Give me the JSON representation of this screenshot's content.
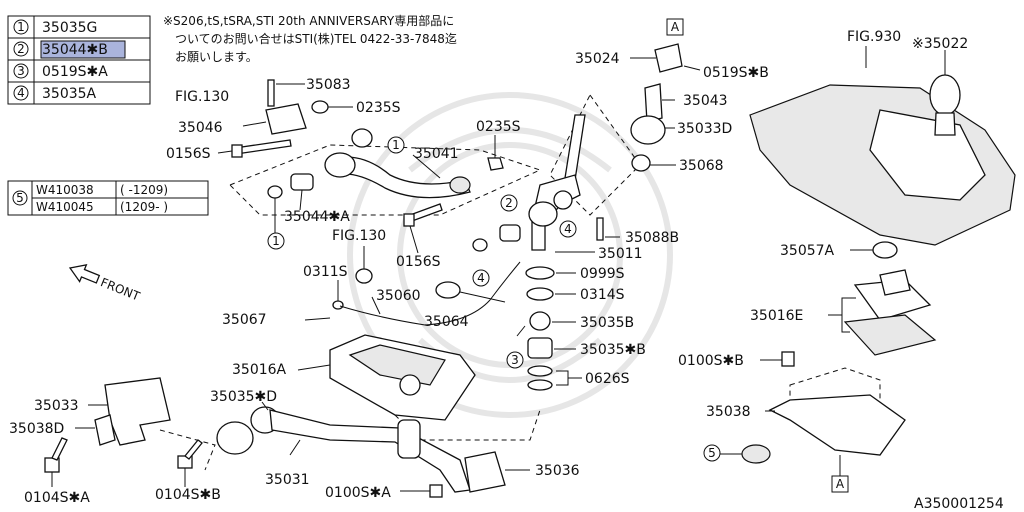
{
  "legend_table": [
    {
      "num": "1",
      "code": "35035G",
      "highlighted": false
    },
    {
      "num": "2",
      "code": "35044✱B",
      "highlighted": true
    },
    {
      "num": "3",
      "code": "0519S✱A",
      "highlighted": false
    },
    {
      "num": "4",
      "code": "35035A",
      "highlighted": false
    }
  ],
  "legend5": {
    "num": "5",
    "rows": [
      {
        "code": "W410038",
        "range": "( -1209)"
      },
      {
        "code": "W410045",
        "range": "(1209- )"
      }
    ]
  },
  "note_lines": [
    "※S206,tS,tSRA,STI 20th ANNIVERSARY専用部品に",
    "ついてのお問い合せはSTI(株)TEL 0422-33-7848迄",
    "お願いします。"
  ],
  "front_label": "FRONT",
  "diagram_code": "A350001254",
  "parts": {
    "p35083": "35083",
    "fig130a": "FIG.130",
    "p0235s_a": "0235S",
    "p35046": "35046",
    "p0156s_a": "0156S",
    "p0235s_b": "0235S",
    "p35041": "35041",
    "p35044a": "35044✱A",
    "fig130b": "FIG.130",
    "p0156s_b": "0156S",
    "p0311s": "0311S",
    "p35060": "35060",
    "p35064": "35064",
    "p35067": "35067",
    "p35016a": "35016A",
    "p35035d": "35035✱D",
    "p35033": "35033",
    "p35038d": "35038D",
    "p0104sa": "0104S✱A",
    "p0104sb": "0104S✱B",
    "p35031": "35031",
    "p0100sa": "0100S✱A",
    "p35036": "35036",
    "p35024": "35024",
    "p0519sb": "0519S✱B",
    "p35043": "35043",
    "p35033d": "35033D",
    "p35068": "35068",
    "p35088b": "35088B",
    "p35011": "35011",
    "p0999s": "0999S",
    "p0314s": "0314S",
    "p35035b": "35035B",
    "p35035b2": "35035✱B",
    "p0626s": "0626S",
    "fig930": "FIG.930",
    "p35022": "※35022",
    "p35057a": "35057A",
    "p35016e": "35016E",
    "p0100sb": "0100S✱B",
    "p35038": "35038",
    "boxA": "A",
    "boxA2": "A"
  },
  "callouts": {
    "c1a": "1",
    "c1b": "1",
    "c2": "2",
    "c3": "3",
    "c4a": "4",
    "c4b": "4",
    "c5": "5"
  }
}
